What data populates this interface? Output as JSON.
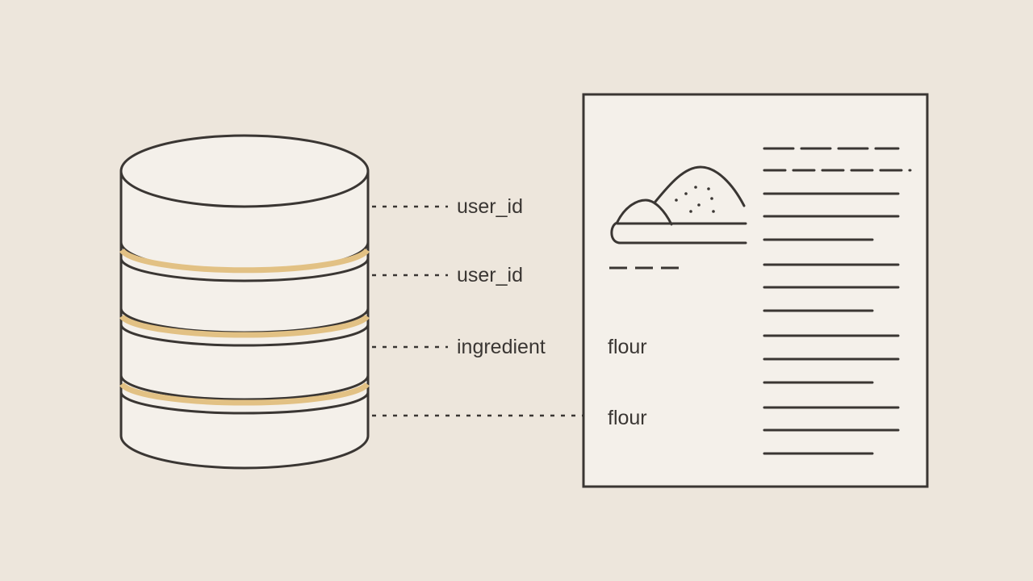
{
  "colors": {
    "background": "#ede6dc",
    "stroke": "#3a3633",
    "fill": "#f4f0ea",
    "accent_band": "#e2c184"
  },
  "database": {
    "icon": "database-cylinder-icon",
    "fields": [
      {
        "label": "user_id"
      },
      {
        "label": "user_id"
      },
      {
        "label": "ingredient"
      }
    ]
  },
  "document": {
    "icon": "flour-pile-icon",
    "values": [
      {
        "label": "flour"
      },
      {
        "label": "flour"
      }
    ]
  }
}
